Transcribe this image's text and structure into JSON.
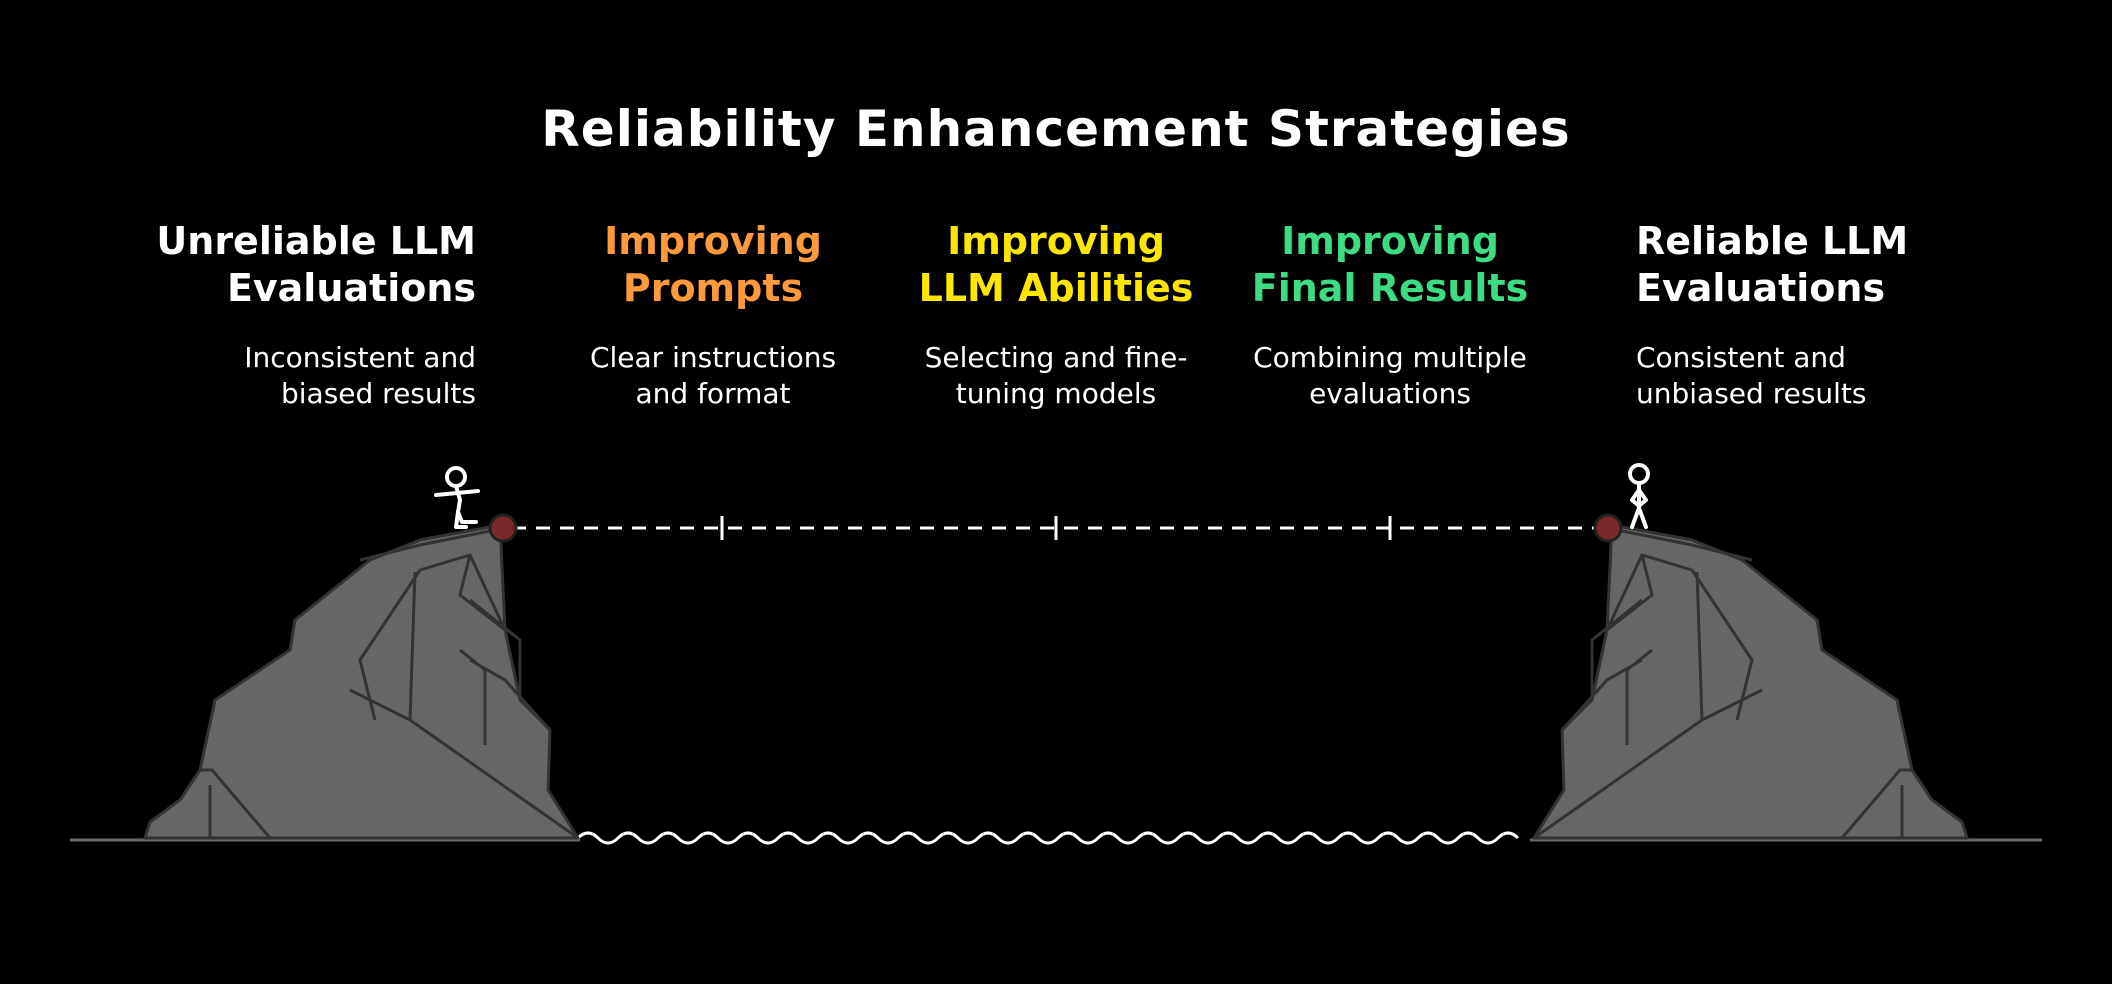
{
  "title": "Reliability Enhancement Strategies",
  "colors": {
    "background": "#000000",
    "start": "#ffffff",
    "prompts": "#ff9a3c",
    "abilities": "#ffe600",
    "results": "#3ddc84",
    "end": "#ffffff",
    "rock": "#666666",
    "marker": "#7a2a2a"
  },
  "start": {
    "heading": [
      "Unreliable LLM",
      "Evaluations"
    ],
    "description": [
      "Inconsistent and",
      "biased results"
    ]
  },
  "steps": [
    {
      "heading": [
        "Improving",
        "Prompts"
      ],
      "description": [
        "Clear instructions",
        "and format"
      ]
    },
    {
      "heading": [
        "Improving",
        "LLM Abilities"
      ],
      "description": [
        "Selecting and fine-",
        "tuning models"
      ]
    },
    {
      "heading": [
        "Improving",
        "Final Results"
      ],
      "description": [
        "Combining multiple",
        "evaluations"
      ]
    }
  ],
  "end": {
    "heading": [
      "Reliable LLM",
      "Evaluations"
    ],
    "description": [
      "Consistent and",
      "unbiased results"
    ]
  },
  "icons": [
    "person-walking-icon",
    "person-standing-icon",
    "cliff-left",
    "cliff-right",
    "water-waves",
    "dashed-bridge-line"
  ]
}
